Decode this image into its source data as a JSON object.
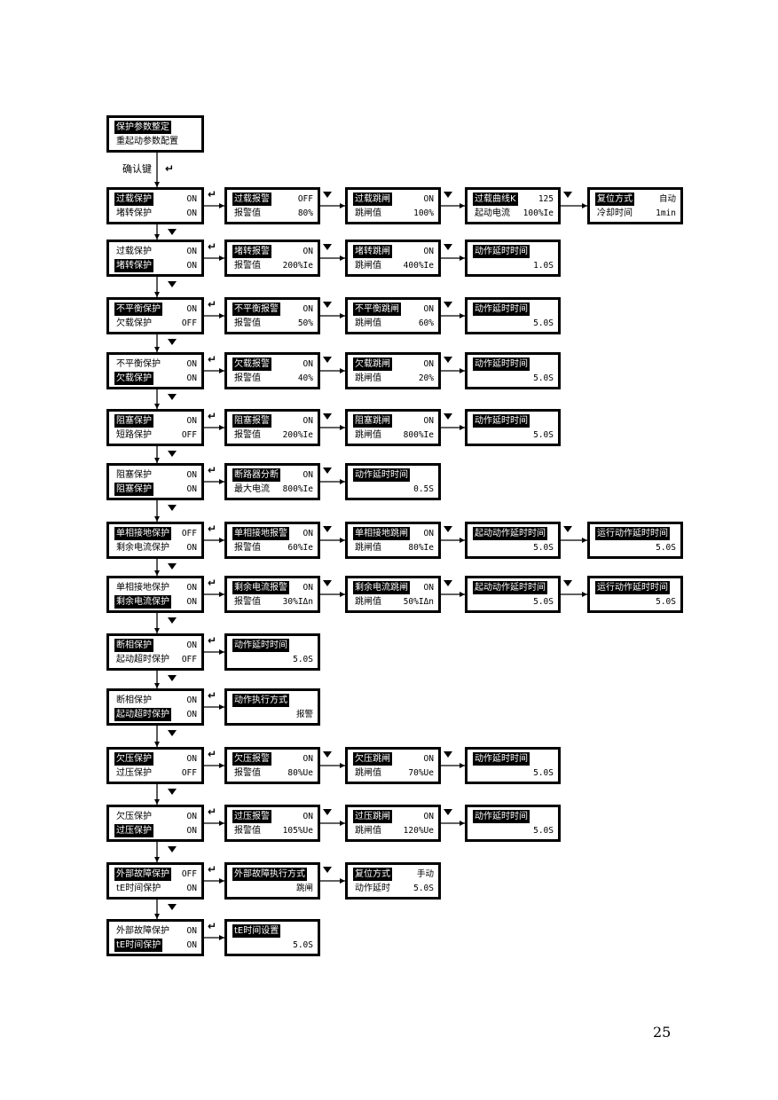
{
  "page_number": "25",
  "start": {
    "line1": "保护参数整定",
    "line2": "重起动参数配置",
    "confirm_key": "确认键",
    "confirm_icon": "enter-icon"
  },
  "stages": [
    {
      "menu": {
        "l1": "过载保护",
        "v1": "ON",
        "l2": "堵转保护",
        "v2": "ON",
        "sel": 1
      },
      "chain": [
        {
          "l1": "过载报警",
          "v1": "OFF",
          "l2": "报警值",
          "v2": "80%"
        },
        {
          "l1": "过载跳闸",
          "v1": "ON",
          "l2": "跳闸值",
          "v2": "100%"
        },
        {
          "l1": "过载曲线K",
          "v1": "125",
          "l2": "起动电流",
          "v2": "100%Ie"
        },
        {
          "l1": "复位方式",
          "v1": "自动",
          "l2": "冷却时间",
          "v2": "1min"
        }
      ]
    },
    {
      "menu": {
        "l1": "过载保护",
        "v1": "ON",
        "l2": "堵转保护",
        "v2": "ON",
        "sel": 2
      },
      "chain": [
        {
          "l1": "堵转报警",
          "v1": "ON",
          "l2": "报警值",
          "v2": "200%Ie"
        },
        {
          "l1": "堵转跳闸",
          "v1": "ON",
          "l2": "跳闸值",
          "v2": "400%Ie"
        },
        {
          "l1": "动作延时时间",
          "v1": "",
          "l2": "",
          "v2": "1.0S"
        }
      ]
    },
    {
      "menu": {
        "l1": "不平衡保护",
        "v1": "ON",
        "l2": "欠载保护",
        "v2": "OFF",
        "sel": 1
      },
      "chain": [
        {
          "l1": "不平衡报警",
          "v1": "ON",
          "l2": "报警值",
          "v2": "50%"
        },
        {
          "l1": "不平衡跳闸",
          "v1": "ON",
          "l2": "跳闸值",
          "v2": "60%"
        },
        {
          "l1": "动作延时时间",
          "v1": "",
          "l2": "",
          "v2": "5.0S"
        }
      ]
    },
    {
      "menu": {
        "l1": "不平衡保护",
        "v1": "ON",
        "l2": "欠载保护",
        "v2": "ON",
        "sel": 2
      },
      "chain": [
        {
          "l1": "欠载报警",
          "v1": "ON",
          "l2": "报警值",
          "v2": "40%"
        },
        {
          "l1": "欠载跳闸",
          "v1": "ON",
          "l2": "跳闸值",
          "v2": "20%"
        },
        {
          "l1": "动作延时时间",
          "v1": "",
          "l2": "",
          "v2": "5.0S"
        }
      ]
    },
    {
      "menu": {
        "l1": "阻塞保护",
        "v1": "ON",
        "l2": "短路保护",
        "v2": "OFF",
        "sel": 1
      },
      "chain": [
        {
          "l1": "阻塞报警",
          "v1": "ON",
          "l2": "报警值",
          "v2": "200%Ie"
        },
        {
          "l1": "阻塞跳闸",
          "v1": "ON",
          "l2": "跳闸值",
          "v2": "800%Ie"
        },
        {
          "l1": "动作延时时间",
          "v1": "",
          "l2": "",
          "v2": "5.0S"
        }
      ]
    },
    {
      "menu": {
        "l1": "阻塞保护",
        "v1": "ON",
        "l2": "阻塞保护",
        "v2": "ON",
        "sel": 2
      },
      "chain": [
        {
          "l1": "断路器分断",
          "v1": "ON",
          "l2": "最大电流",
          "v2": "800%Ie"
        },
        {
          "l1": "动作延时时间",
          "v1": "",
          "l2": "",
          "v2": "0.5S"
        }
      ]
    },
    {
      "menu": {
        "l1": "单相接地保护",
        "v1": "OFF",
        "l2": "剩余电流保护",
        "v2": "ON",
        "sel": 1
      },
      "chain": [
        {
          "l1": "单相接地报警",
          "v1": "ON",
          "l2": "报警值",
          "v2": "60%Ie"
        },
        {
          "l1": "单相接地跳闸",
          "v1": "ON",
          "l2": "跳闸值",
          "v2": "80%Ie"
        },
        {
          "l1": "起动动作延时时间",
          "v1": "",
          "l2": "",
          "v2": "5.0S"
        },
        {
          "l1": "运行动作延时时间",
          "v1": "",
          "l2": "",
          "v2": "5.0S"
        }
      ]
    },
    {
      "menu": {
        "l1": "单相接地保护",
        "v1": "ON",
        "l2": "剩余电流保护",
        "v2": "ON",
        "sel": 2
      },
      "chain": [
        {
          "l1": "剩余电流报警",
          "v1": "ON",
          "l2": "报警值",
          "v2": "30%IΔn"
        },
        {
          "l1": "剩余电流跳闸",
          "v1": "ON",
          "l2": "跳闸值",
          "v2": "50%IΔn"
        },
        {
          "l1": "起动动作延时时间",
          "v1": "",
          "l2": "",
          "v2": "5.0S"
        },
        {
          "l1": "运行动作延时时间",
          "v1": "",
          "l2": "",
          "v2": "5.0S"
        }
      ]
    },
    {
      "menu": {
        "l1": "断相保护",
        "v1": "ON",
        "l2": "起动超时保护",
        "v2": "OFF",
        "sel": 1
      },
      "chain": [
        {
          "l1": "动作延时时间",
          "v1": "",
          "l2": "",
          "v2": "5.0S"
        }
      ]
    },
    {
      "menu": {
        "l1": "断相保护",
        "v1": "ON",
        "l2": "起动超时保护",
        "v2": "ON",
        "sel": 2
      },
      "chain": [
        {
          "l1": "动作执行方式",
          "v1": "",
          "l2": "",
          "v2": "报警"
        }
      ]
    },
    {
      "menu": {
        "l1": "欠压保护",
        "v1": "ON",
        "l2": "过压保护",
        "v2": "OFF",
        "sel": 1
      },
      "chain": [
        {
          "l1": "欠压报警",
          "v1": "ON",
          "l2": "报警值",
          "v2": "80%Ue"
        },
        {
          "l1": "欠压跳闸",
          "v1": "ON",
          "l2": "跳闸值",
          "v2": "70%Ue"
        },
        {
          "l1": "动作延时时间",
          "v1": "",
          "l2": "",
          "v2": "5.0S"
        }
      ]
    },
    {
      "menu": {
        "l1": "欠压保护",
        "v1": "ON",
        "l2": "过压保护",
        "v2": "ON",
        "sel": 2
      },
      "chain": [
        {
          "l1": "过压报警",
          "v1": "ON",
          "l2": "报警值",
          "v2": "105%Ue"
        },
        {
          "l1": "过压跳闸",
          "v1": "ON",
          "l2": "跳闸值",
          "v2": "120%Ue"
        },
        {
          "l1": "动作延时时间",
          "v1": "",
          "l2": "",
          "v2": "5.0S"
        }
      ]
    },
    {
      "menu": {
        "l1": "外部故障保护",
        "v1": "OFF",
        "l2": "tE时间保护",
        "v2": "ON",
        "sel": 1
      },
      "chain": [
        {
          "l1": "外部故障执行方式",
          "v1": "",
          "l2": "",
          "v2": "跳闸"
        },
        {
          "l1": "复位方式",
          "v1": "手动",
          "l2": "动作延时",
          "v2": "5.0S"
        }
      ]
    },
    {
      "menu": {
        "l1": "外部故障保护",
        "v1": "ON",
        "l2": "tE时间保护",
        "v2": "ON",
        "sel": 2
      },
      "chain": [
        {
          "l1": "tE时间设置",
          "v1": "",
          "l2": "",
          "v2": "5.0S"
        }
      ]
    }
  ]
}
